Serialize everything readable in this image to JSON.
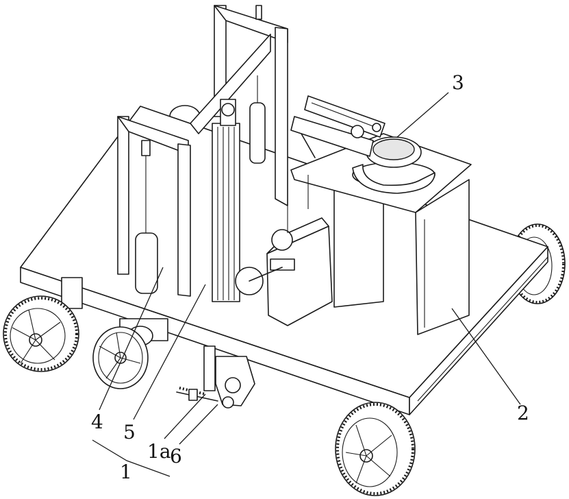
{
  "callouts": [
    {
      "id": "1",
      "text": "1"
    },
    {
      "id": "1a",
      "text": "1a"
    },
    {
      "id": "2",
      "text": "2"
    },
    {
      "id": "3",
      "text": "3"
    },
    {
      "id": "4",
      "text": "4"
    },
    {
      "id": "5",
      "text": "5"
    },
    {
      "id": "6",
      "text": "6"
    }
  ]
}
